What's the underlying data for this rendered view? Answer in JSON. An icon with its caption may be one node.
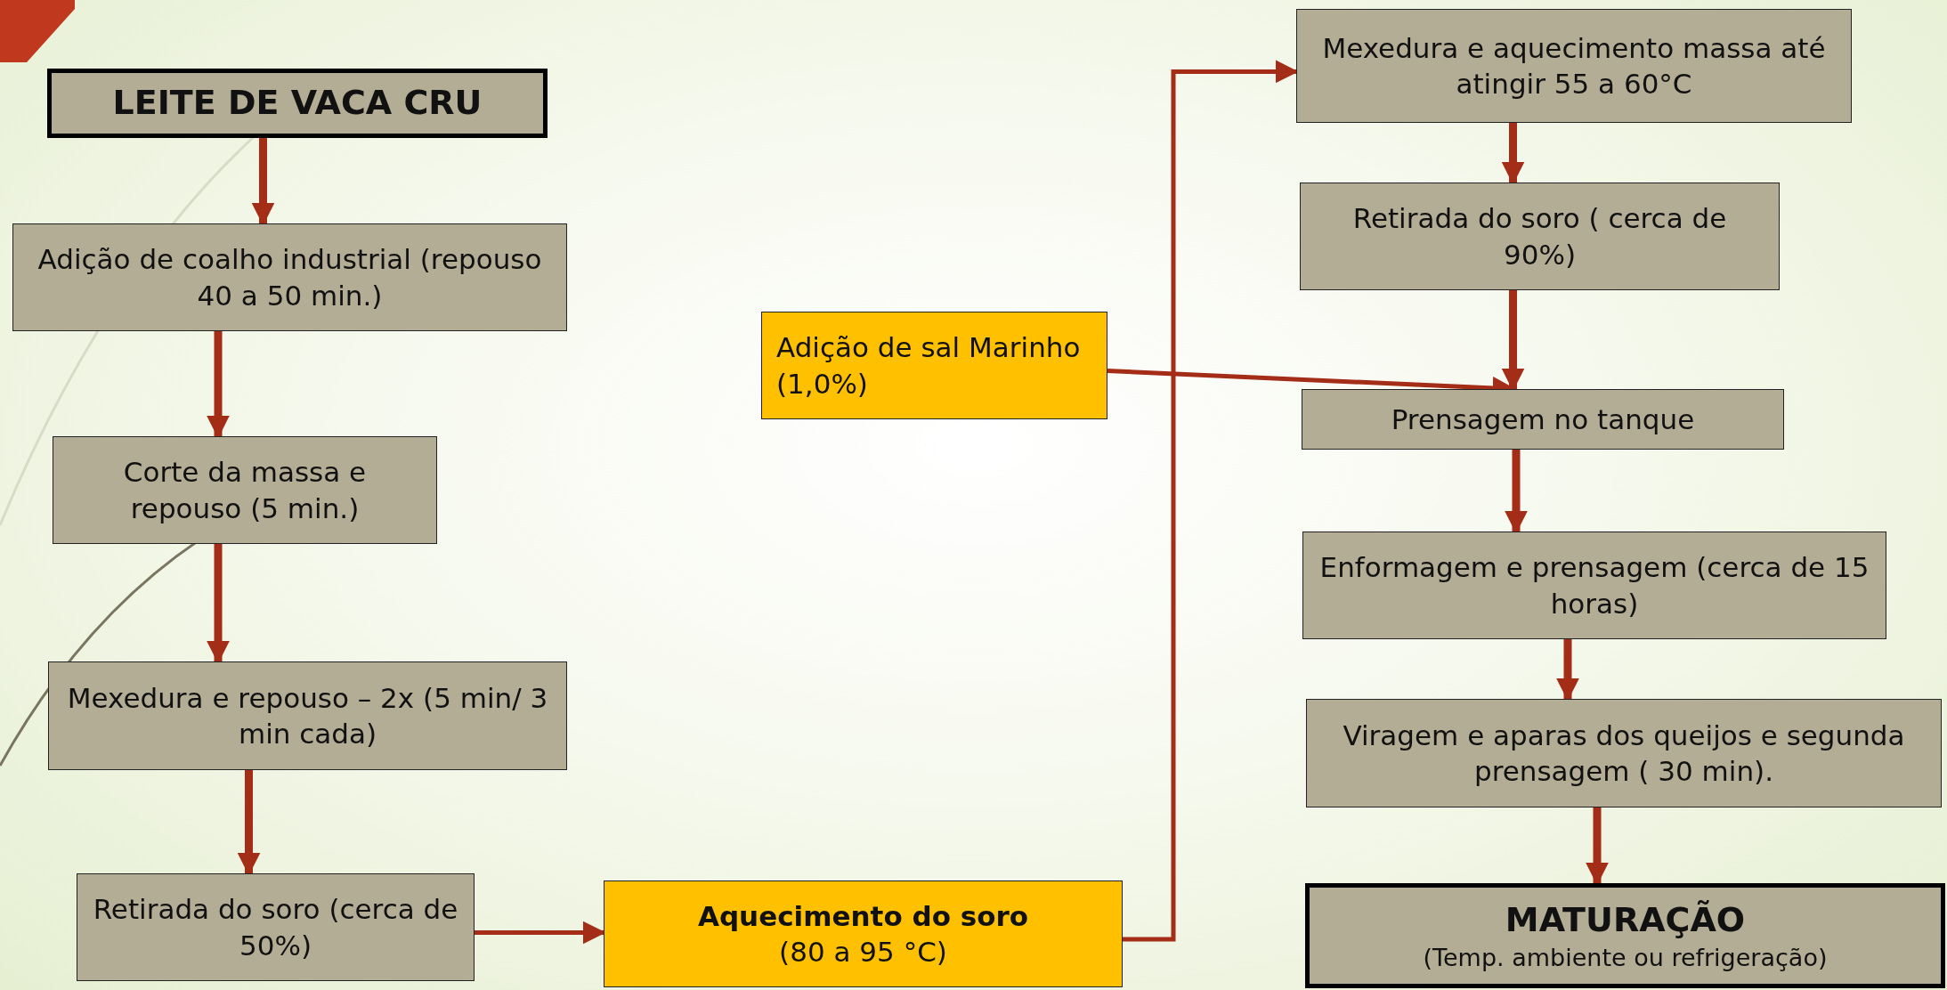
{
  "diagram": {
    "nodes": [
      {
        "text": [
          "LEITE DE VACA CRU"
        ]
      },
      {
        "text": [
          "Adição de coalho industrial (repouso 40 a 50 min.)"
        ]
      },
      {
        "text": [
          "Corte da massa e repouso (5 min.)"
        ]
      },
      {
        "text": [
          "Mexedura e repouso – 2x (5 min/ 3 min cada)"
        ]
      },
      {
        "text": [
          "Retirada do soro (cerca de 50%)"
        ]
      },
      {
        "text": [
          "Aquecimento do soro",
          "(80 a 95 °C)"
        ]
      },
      {
        "text": [
          "Adição de sal Marinho (1,0%)"
        ]
      },
      {
        "text": [
          "Mexedura e aquecimento massa até atingir 55 a 60°C"
        ]
      },
      {
        "text": [
          "Retirada do soro ( cerca de 90%)"
        ]
      },
      {
        "text": [
          "Prensagem no tanque"
        ]
      },
      {
        "text": [
          "Enformagem e prensagem (cerca de 15 horas)"
        ]
      },
      {
        "text": [
          "Viragem e aparas dos queijos e segunda prensagem ( 30 min)."
        ]
      },
      {
        "text": [
          "MATURAÇÃO",
          "(Temp. ambiente ou refrigeração)"
        ]
      }
    ],
    "edges": [
      {
        "from": 0,
        "to": 1,
        "arrow": "to"
      },
      {
        "from": 1,
        "to": 2,
        "arrow": "to"
      },
      {
        "from": 2,
        "to": 3,
        "arrow": "to"
      },
      {
        "from": 3,
        "to": 4,
        "arrow": "to"
      },
      {
        "from": 4,
        "to": 5,
        "arrow": "to"
      },
      {
        "from": 5,
        "to": 7,
        "arrow": "to"
      },
      {
        "from": 7,
        "to": 8,
        "arrow": "to"
      },
      {
        "from": 6,
        "to": 9,
        "arrow": "to"
      },
      {
        "from": 8,
        "to": 9,
        "arrow": "to"
      },
      {
        "from": 9,
        "to": 10,
        "arrow": "to"
      },
      {
        "from": 10,
        "to": 11,
        "arrow": "to"
      },
      {
        "from": 11,
        "to": 12,
        "arrow": "to"
      }
    ]
  }
}
